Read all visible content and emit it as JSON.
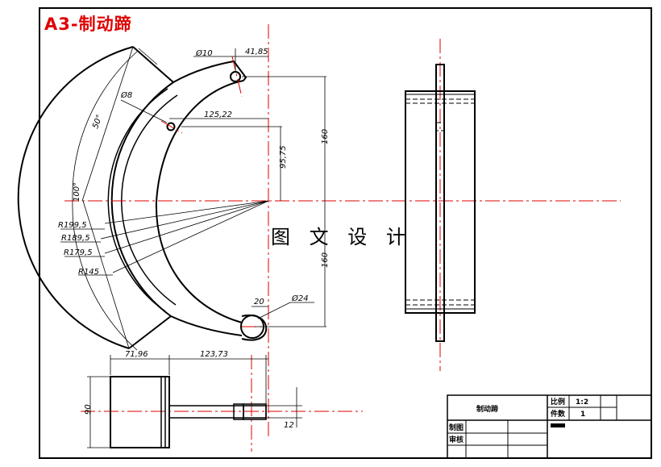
{
  "sheet": {
    "title": "A3-制动蹄",
    "watermark": "图 文 设 计",
    "frame_color": "#000000",
    "centerline_color": "#e00000"
  },
  "dimensions": {
    "hole_small": "Ø10",
    "offset_top": "41,85",
    "hole_mid": "Ø8",
    "horiz_mid": "125,22",
    "angle_top": "50°",
    "angle_total": "100°",
    "height_upper": "160",
    "height_mid": "95,75",
    "height_lower": "160",
    "radii": [
      "R199,5",
      "R189,5",
      "R179,5",
      "R145"
    ],
    "width_left": "71,96",
    "width_right": "123,73",
    "hole_big": "Ø24",
    "offset_bottom": "20",
    "side_height": "90",
    "side_thick": "12"
  },
  "title_block": {
    "part_name": "制动蹄",
    "scale_label": "比例",
    "scale_value": "1:2",
    "qty_label": "件数",
    "qty_value": "1",
    "drawn_label": "制图",
    "check_label": "审核"
  }
}
